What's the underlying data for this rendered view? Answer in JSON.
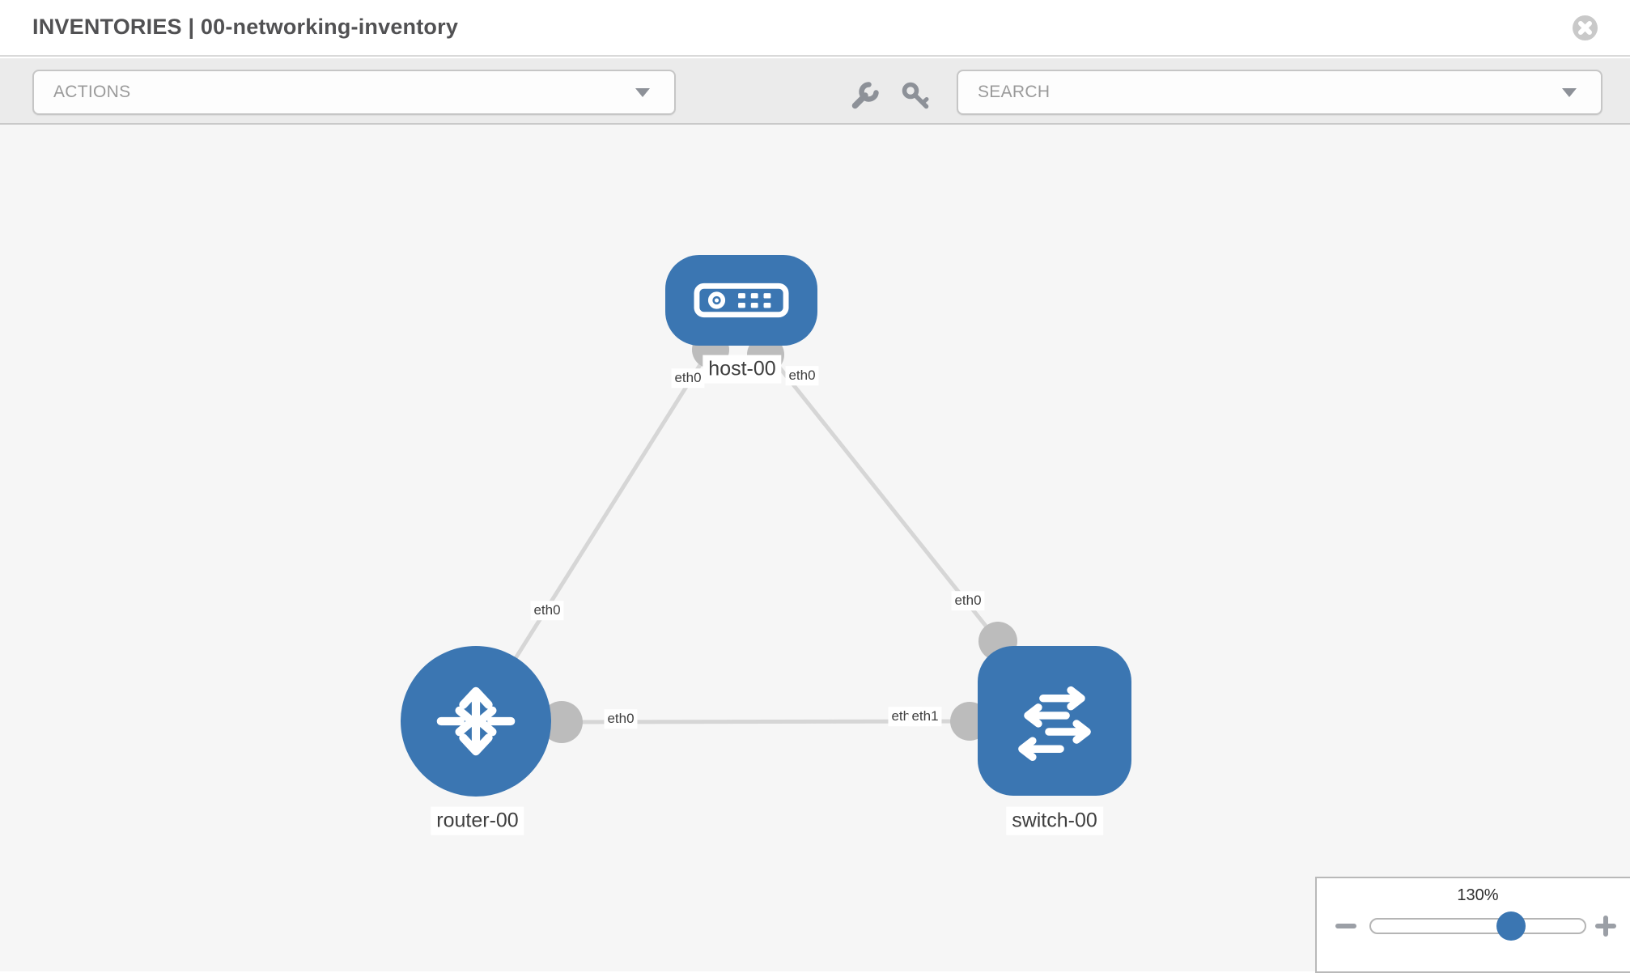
{
  "header": {
    "title": "INVENTORIES | 00-networking-inventory",
    "close_icon": "close-icon"
  },
  "toolbar": {
    "actions_dropdown": {
      "value": "ACTIONS"
    },
    "search_dropdown": {
      "placeholder": "SEARCH"
    },
    "icons": [
      {
        "name": "wrench-icon"
      },
      {
        "name": "key-icon"
      }
    ]
  },
  "topology": {
    "nodes": [
      {
        "label": "host-00",
        "type": "host",
        "icon": "host-icon"
      },
      {
        "label": "router-00",
        "type": "router",
        "icon": "router-icon"
      },
      {
        "label": "switch-00",
        "type": "switch",
        "icon": "switch-icon"
      }
    ],
    "links": [
      {
        "from": "host-00",
        "from_if": "eth0",
        "to": "router-00",
        "to_if": "eth0"
      },
      {
        "from": "host-00",
        "from_if": "eth0",
        "to": "switch-00",
        "to_if": "eth0"
      },
      {
        "from": "router-00",
        "from_if": "eth0",
        "to": "switch-00",
        "to_if": "eth1"
      }
    ],
    "interface_labels": {
      "host_left": "eth0",
      "host_right": "eth0",
      "host_router_mid": "eth0",
      "host_switch_mid": "eth0",
      "router_right": "eth0",
      "switch_left_under": "eth0",
      "switch_left": "eth1"
    }
  },
  "zoom_control": {
    "level": "130%",
    "minus_icon": "minus-icon",
    "plus_icon": "plus-icon"
  },
  "colors": {
    "node_blue": "#3b76b2",
    "link_gray": "#d6d6d6",
    "connector_gray": "#bcbcbc",
    "canvas_bg": "#f6f6f6",
    "toolbar_bg": "#ebebeb"
  }
}
